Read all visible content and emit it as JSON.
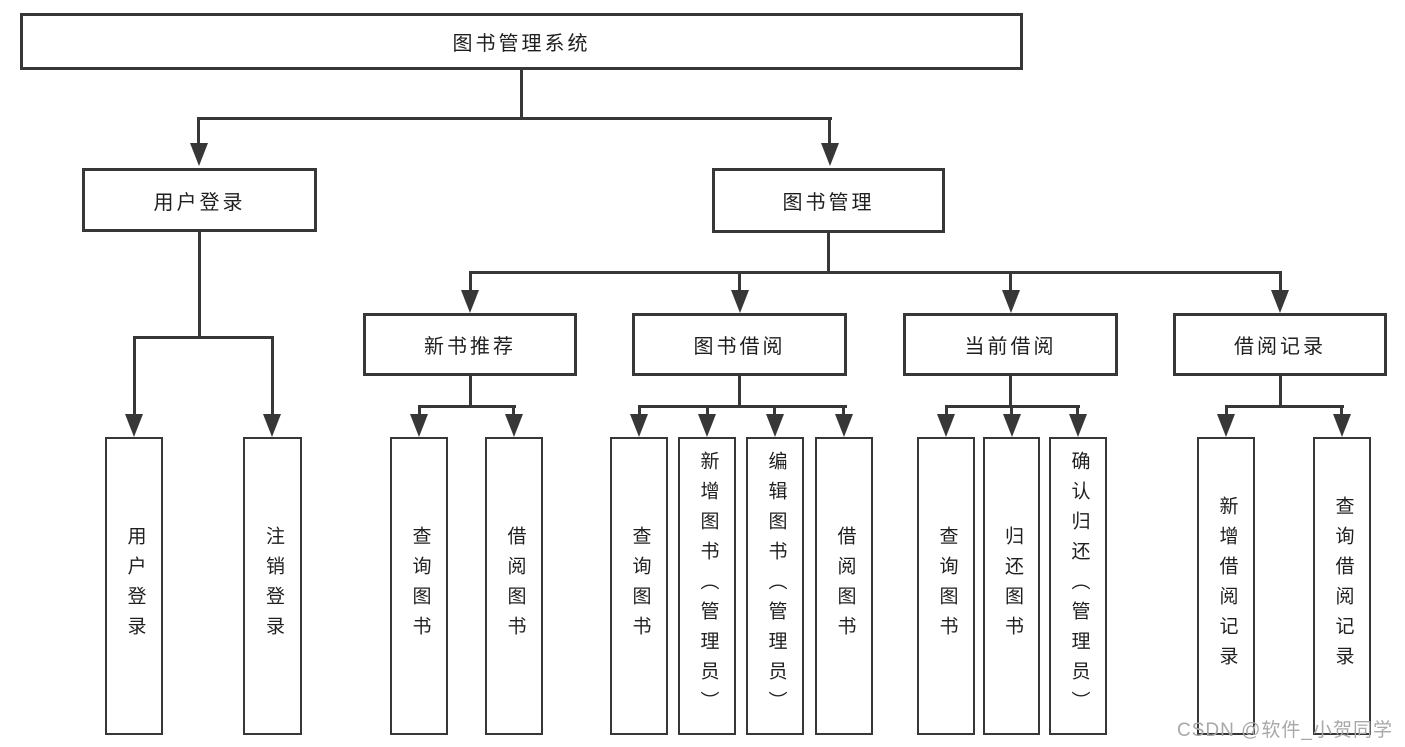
{
  "tree": {
    "label": "图书管理系统",
    "children": [
      {
        "label": "用户登录",
        "children": [
          {
            "label": "用户登录"
          },
          {
            "label": "注销登录"
          }
        ]
      },
      {
        "label": "图书管理",
        "children": [
          {
            "label": "新书推荐",
            "children": [
              {
                "label": "查询图书"
              },
              {
                "label": "借阅图书"
              }
            ]
          },
          {
            "label": "图书借阅",
            "children": [
              {
                "label": "查询图书"
              },
              {
                "label": "新增图书（管理员）"
              },
              {
                "label": "编辑图书（管理员）"
              },
              {
                "label": "借阅图书"
              }
            ]
          },
          {
            "label": "当前借阅",
            "children": [
              {
                "label": "查询图书"
              },
              {
                "label": "归还图书"
              },
              {
                "label": "确认归还（管理员）"
              }
            ]
          },
          {
            "label": "借阅记录",
            "children": [
              {
                "label": "新增借阅记录"
              },
              {
                "label": "查询借阅记录"
              }
            ]
          }
        ]
      }
    ]
  },
  "watermark": {
    "text": "CSDN @软件_小贺同学"
  },
  "colors": {
    "line": "#373737",
    "text": "#1f1f1f",
    "watermark": "#a8a8a8",
    "background": "#ffffff"
  }
}
